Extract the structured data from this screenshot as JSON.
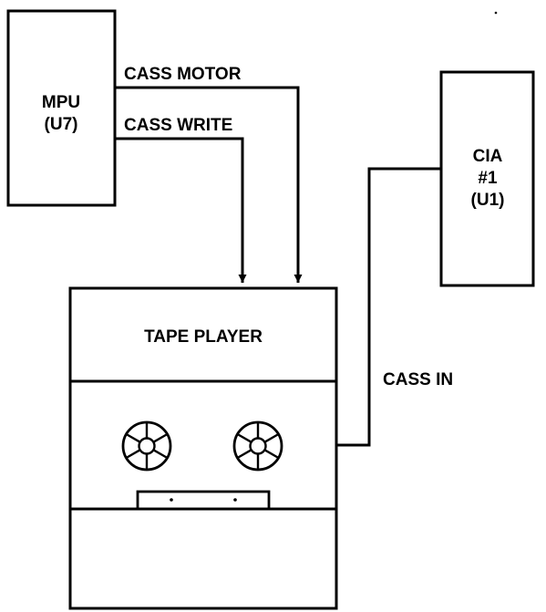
{
  "blocks": {
    "mpu": {
      "line1": "MPU",
      "line2": "(U7)"
    },
    "cia": {
      "line1": "CIA",
      "line2": "#1",
      "line3": "(U1)"
    },
    "tape_player": {
      "label": "TAPE PLAYER"
    }
  },
  "signals": {
    "cass_motor": "CASS MOTOR",
    "cass_write": "CASS WRITE",
    "cass_in": "CASS IN"
  },
  "colors": {
    "line": "#000000",
    "background": "#ffffff"
  }
}
